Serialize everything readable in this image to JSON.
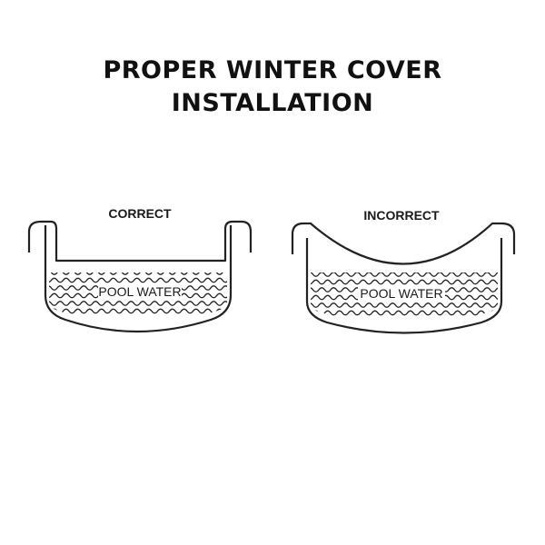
{
  "title": {
    "line1": "PROPER WINTER COVER",
    "line2": "INSTALLATION"
  },
  "correct": {
    "heading": "CORRECT",
    "water_label": "POOL WATER"
  },
  "incorrect": {
    "heading": "INCORRECT",
    "water_label": "POOL WATER"
  },
  "colors": {
    "line": "#222222",
    "text": "#111111"
  }
}
